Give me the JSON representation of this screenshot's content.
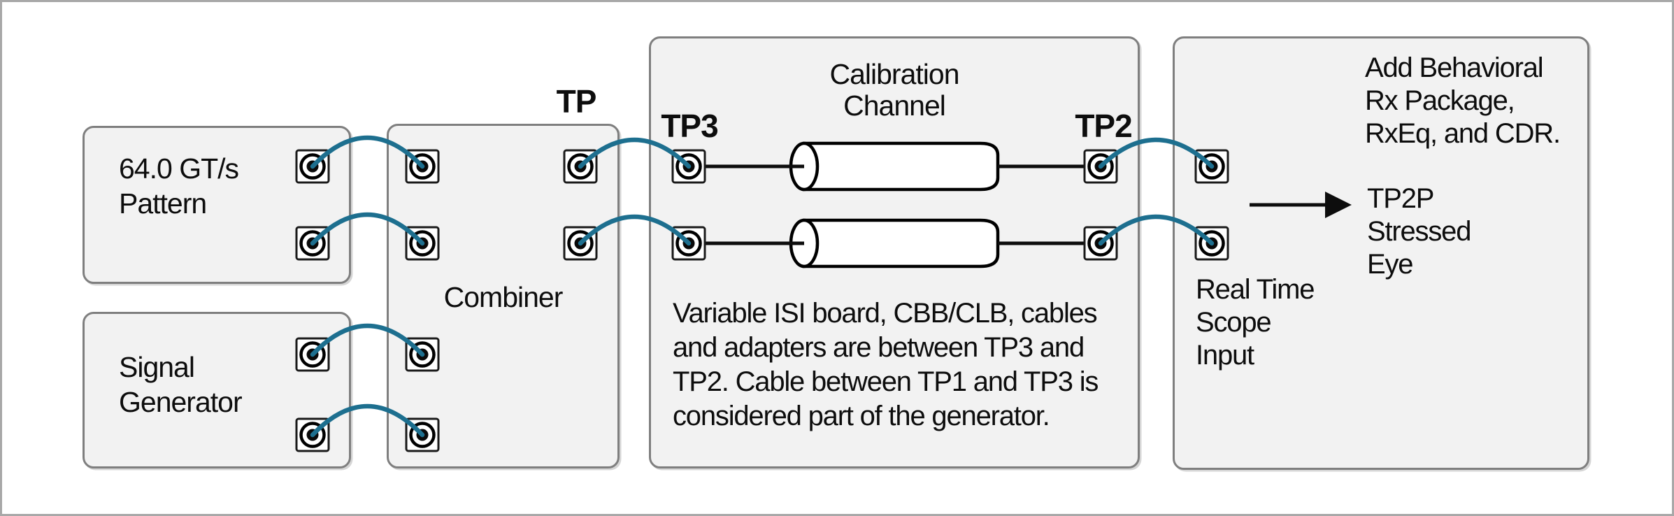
{
  "diagram": {
    "boxes": {
      "pattern": {
        "label": "64.0 GT/s\nPattern"
      },
      "signal_generator": {
        "label": "Signal\nGenerator"
      },
      "combiner": {
        "label": "Combiner"
      },
      "calibration_channel": {
        "title": "Calibration\nChannel",
        "note": "Variable ISI board, CBB/CLB, cables\nand adapters are between TP3 and\nTP2. Cable between TP1 and TP3 is\nconsidered part of the generator."
      },
      "scope": {
        "annotation": "Add Behavioral\nRx Package,\nRxEq, and CDR.",
        "arrow_label": "TP2P\nStressed\nEye",
        "input_label": "Real Time\nScope\nInput"
      }
    },
    "test_points": {
      "tp": "TP",
      "tp3": "TP3",
      "tp2": "TP2"
    },
    "colors": {
      "cable": "#1d6f8f",
      "box_fill": "#f2f2f2",
      "box_border": "#7f7f7f",
      "frame_border": "#a8a8a8"
    }
  }
}
